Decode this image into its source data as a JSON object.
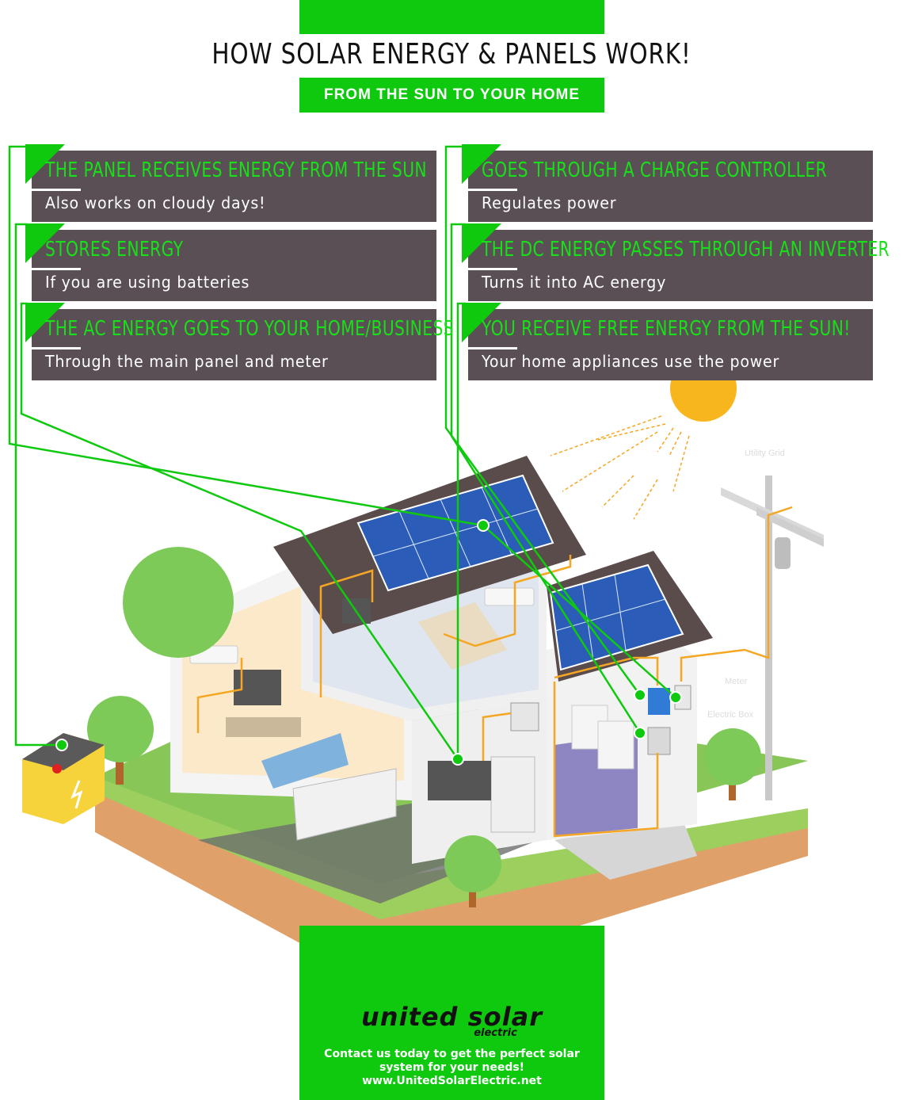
{
  "header": {
    "title": "HOW SOLAR ENERGY & PANELS WORK!",
    "subtitle": "FROM THE SUN TO YOUR HOME"
  },
  "steps_left": [
    {
      "title": "THE PANEL RECEIVES ENERGY FROM THE SUN",
      "desc": "Also works on cloudy days!"
    },
    {
      "title": "STORES ENERGY",
      "desc": "If you are using batteries"
    },
    {
      "title": "THE AC ENERGY GOES TO YOUR HOME/BUSINESS",
      "desc": "Through the main panel and meter"
    }
  ],
  "steps_right": [
    {
      "title": "GOES THROUGH A CHARGE CONTROLLER",
      "desc": "Regulates power"
    },
    {
      "title": "THE DC ENERGY PASSES THROUGH AN INVERTER",
      "desc": "Turns it into AC energy"
    },
    {
      "title": "YOU RECEIVE FREE ENERGY FROM THE SUN!",
      "desc": "Your home appliances use the power"
    }
  ],
  "illustration_labels": {
    "utility_grid": "Utility Grid",
    "meter": "Meter",
    "electric_box": "Electric Box"
  },
  "footer": {
    "brand_line1": "united solar",
    "brand_line2": "electric",
    "contact_line1": "Contact us today to get the perfect solar",
    "contact_line2": "system for your needs!",
    "website": "www.UnitedSolarElectric.net"
  },
  "colors": {
    "accent_green": "#0fc90f",
    "card_bg": "#5a4f55",
    "wire_orange": "#f5a623",
    "panel_blue": "#2b5db8"
  }
}
